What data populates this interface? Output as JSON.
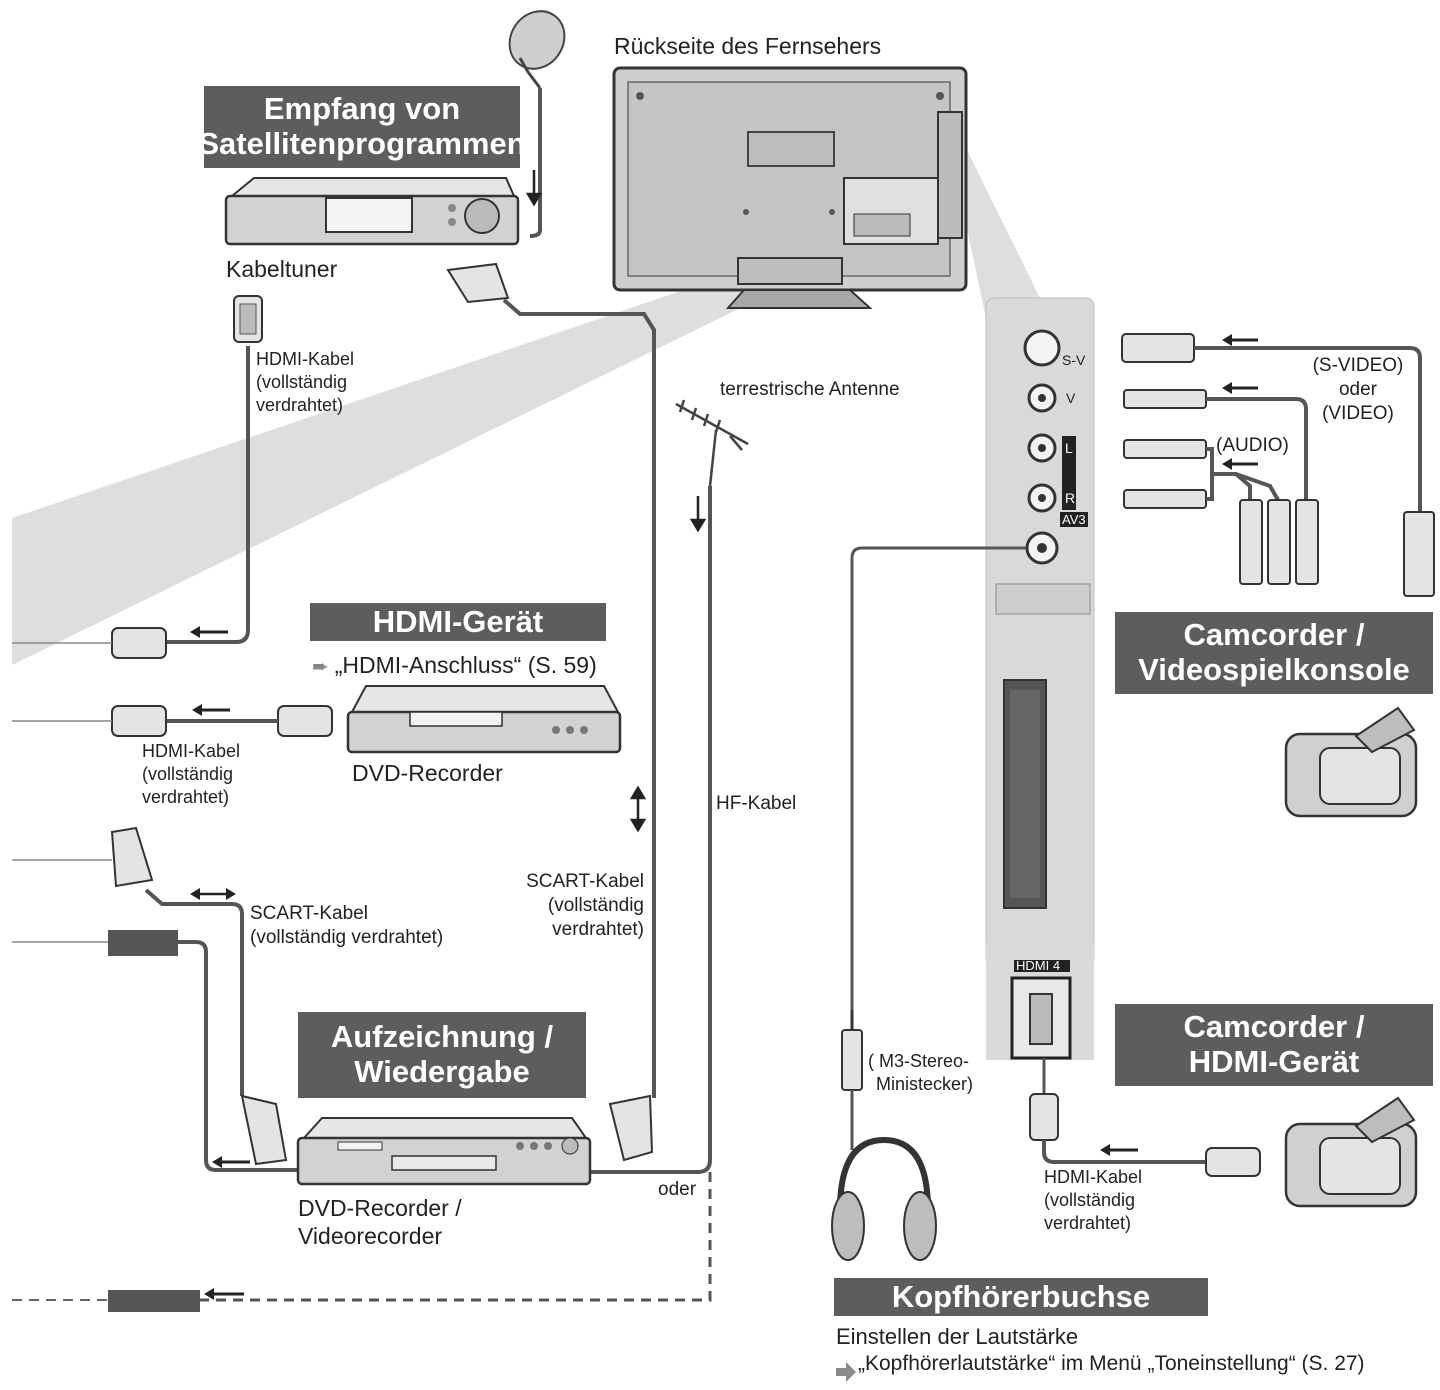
{
  "headers": {
    "satellite": [
      "Empfang von",
      "Satellitenprogrammen"
    ],
    "hdmi_device": "HDMI-Gerät",
    "recording": [
      "Aufzeichnung /",
      "Wiedergabe"
    ],
    "camcorder_video": [
      "Camcorder /",
      "Videospielkonsole"
    ],
    "camcorder_hdmi": [
      "Camcorder /",
      "HDMI-Gerät"
    ],
    "headphone": "Kopfhörerbuchse"
  },
  "labels": {
    "tv_back": "Rückseite des Fernsehers",
    "cable_tuner": "Kabeltuner",
    "hdmi_cable_full_1": [
      "HDMI-Kabel",
      "(vollständig",
      "verdrahtet)"
    ],
    "terrestrial_antenna": "terrestrische Antenne",
    "hdmi_ref": "„HDMI-Anschluss“ (S. 59)",
    "hdmi_cable_full_2": [
      "HDMI-Kabel",
      "(vollständig",
      "verdrahtet)"
    ],
    "dvd_recorder": "DVD-Recorder",
    "rf_cable": "HF-Kabel",
    "scart_cable_left": [
      "SCART-Kabel",
      "(vollständig verdrahtet)"
    ],
    "scart_cable_mid": [
      "SCART-Kabel",
      "(vollständig",
      "verdrahtet)"
    ],
    "dvd_vcr": [
      "DVD-Recorder /",
      "Videorecorder"
    ],
    "oder": "oder",
    "m3_plug": [
      "( M3-Stereo-",
      "Ministecker)"
    ],
    "hdmi_cable_full_3": [
      "HDMI-Kabel",
      "(vollständig",
      "verdrahtet)"
    ],
    "svideo_or_video": [
      "(S-VIDEO)",
      "oder",
      "(VIDEO)"
    ],
    "audio": "(AUDIO)",
    "volume_title": "Einstellen der Lautstärke",
    "volume_ref": "„Kopfhörerlautstärke“ im Menü „Toneinstellung“ (S. 27)"
  },
  "ports": {
    "s_video": "S-V",
    "video": "V",
    "audio_l": "L",
    "audio_r": "R",
    "av3": "AV3",
    "hdmi4": "HDMI 4"
  },
  "icons": [
    "satellite-dish-icon",
    "terrestrial-antenna-icon",
    "headphones-icon",
    "camcorder-icon",
    "ref-arrow-icon",
    "direction-arrow-icon"
  ],
  "colors": {
    "header_bg": "#5d5d5d",
    "header_text": "#ffffff",
    "panel": "#d9d9d9",
    "cable": "#555555",
    "beam": "#dedede"
  }
}
